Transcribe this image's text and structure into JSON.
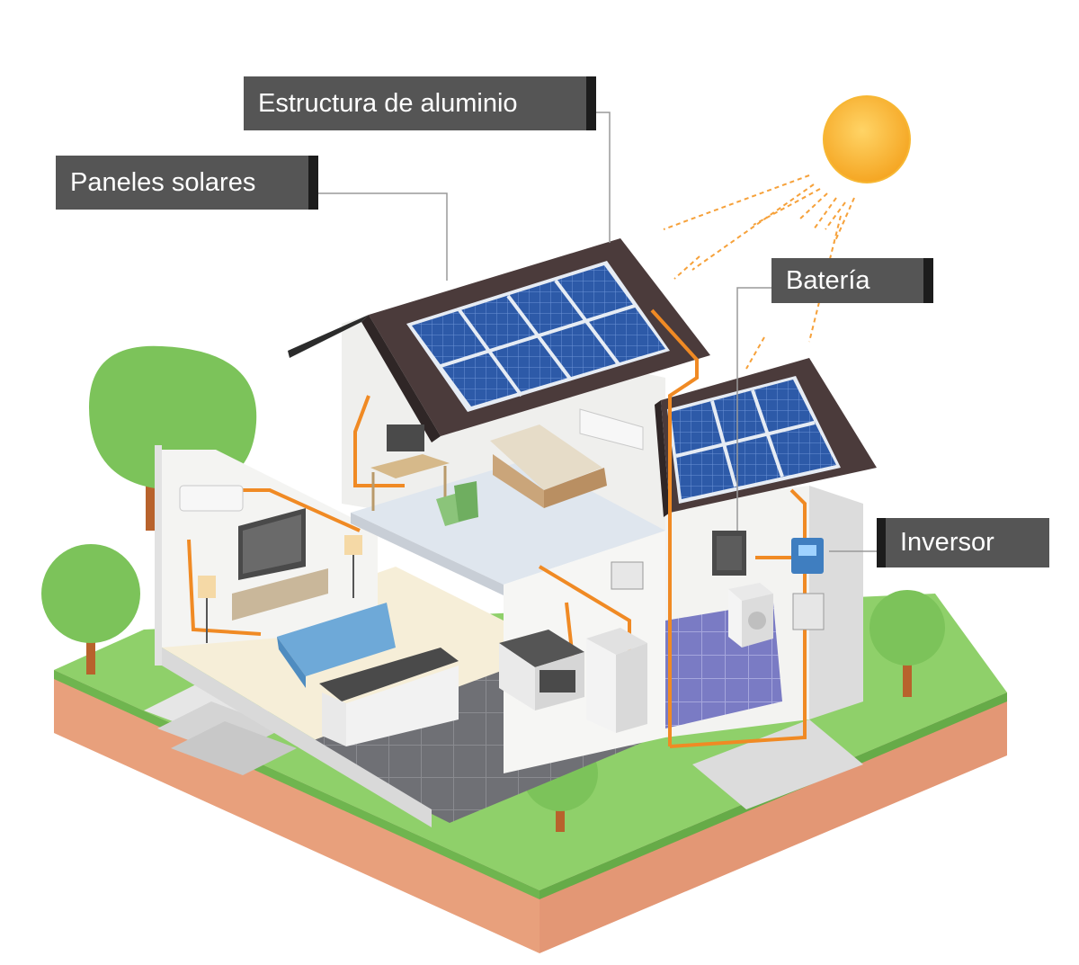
{
  "labels": {
    "aluminum_structure": "Estructura de aluminio",
    "solar_panels": "Paneles solares",
    "battery": "Batería",
    "inverter": "Inversor"
  },
  "colors": {
    "label_bg": "#555555",
    "label_accent": "#1c1c1c",
    "label_text": "#ffffff",
    "sun": "#f7b733",
    "panel": "#2f5fae",
    "roof": "#4a3a3a",
    "wiring": "#f08a24",
    "grass": "#7cc35a",
    "soil": "#e9a07a",
    "wall": "#f2f2f0"
  }
}
